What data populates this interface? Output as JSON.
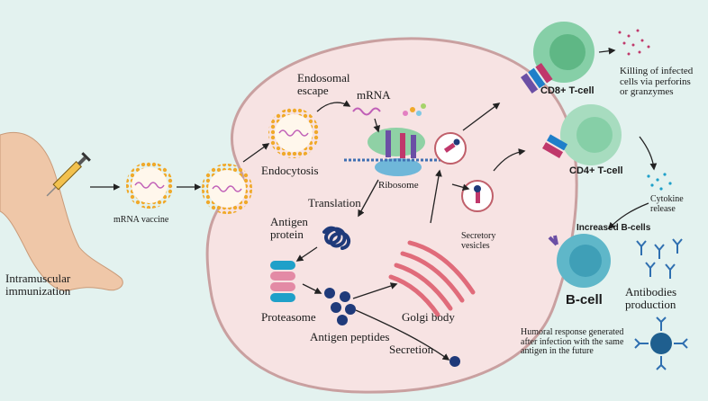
{
  "labels": {
    "intramuscular": [
      "Intramuscular",
      "immunization"
    ],
    "mrna_vaccine": "mRNA vaccine",
    "endocytosis": "Endocytosis",
    "endosomal_escape": [
      "Endosomal",
      "escape"
    ],
    "mrna": "mRNA",
    "ribosome": "Ribosome",
    "translation": "Translation",
    "antigen_protein": [
      "Antigen",
      "protein"
    ],
    "proteasome": "Proteasome",
    "antigen_peptides": "Antigen peptides",
    "golgi_body": "Golgi body",
    "secretion": "Secretion",
    "secretory_vesicles": [
      "Secretory",
      "vesicles"
    ],
    "cd8": "CD8+ T-cell",
    "cd4": "CD4+ T-cell",
    "killing": [
      "Killing of infected",
      "cells via perforins",
      "or granzymes"
    ],
    "cytokine": [
      "Cytokine",
      "release"
    ],
    "increased_bcells": "Increased B-cells",
    "bcell": "B-cell",
    "antibodies": [
      "Antibodies",
      "production"
    ],
    "humoral": [
      "Humoral response generated",
      "after infection with the same",
      "antigen in the future"
    ]
  },
  "colors": {
    "background": "#e3f2ef",
    "cell_fill": "#f7e3e3",
    "cell_stroke": "#c9a0a0",
    "lipid": "#f0a92a",
    "tcell": "#86cfa7",
    "bcell": "#5fb7c9",
    "antibody": "#2f6fb0",
    "dark_blue": "#1f3a7a",
    "arrow": "#222222"
  }
}
